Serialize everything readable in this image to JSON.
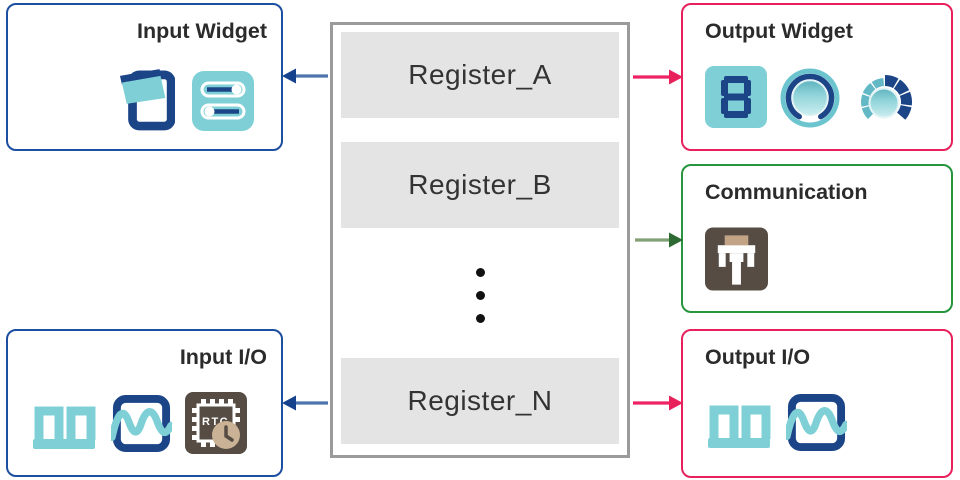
{
  "boxes": {
    "input_widget": {
      "title": "Input Widget",
      "icons": [
        "rocker-switch-icon",
        "slider-switches-icon"
      ]
    },
    "output_widget": {
      "title": "Output Widget",
      "icons": [
        "seven-segment-display-icon",
        "led-ring-knob-icon",
        "gauge-knob-icon"
      ]
    },
    "communication": {
      "title": "Communication",
      "icons": [
        "serial-connector-icon"
      ]
    },
    "input_io": {
      "title": "Input I/O",
      "icons": [
        "square-wave-icon",
        "sine-wave-icon",
        "rtc-clock-icon"
      ]
    },
    "output_io": {
      "title": "Output I/O",
      "icons": [
        "square-wave-icon",
        "sine-wave-icon"
      ]
    }
  },
  "registers": {
    "items": [
      "Register_A",
      "Register_B",
      "Register_N"
    ],
    "ellipsis_dots": 3
  },
  "icon_labels": {
    "rtc": "RTC"
  },
  "arrows": [
    {
      "name": "register-to-input-widget",
      "direction": "left",
      "color": "#1d4fa0"
    },
    {
      "name": "register-to-output-widget",
      "direction": "right",
      "color": "#e8215d"
    },
    {
      "name": "register-to-communication",
      "direction": "right",
      "color": "#2d6b33"
    },
    {
      "name": "register-to-input-io",
      "direction": "left",
      "color": "#1d4fa0"
    },
    {
      "name": "register-to-output-io",
      "direction": "right",
      "color": "#e8215d"
    }
  ],
  "colors": {
    "navy": "#1c4588",
    "blue_border": "#1d4fa0",
    "teal": "#7fd0d6",
    "pink": "#e8215d",
    "green": "#27943e",
    "brown": "#564c44",
    "tan": "#c2a386",
    "gray_border": "#9b9b9b",
    "register_bar": "#e4e4e4"
  }
}
